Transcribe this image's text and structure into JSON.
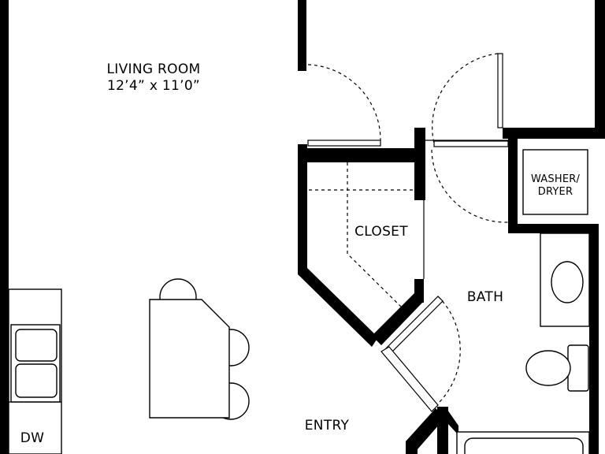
{
  "rooms": {
    "living_room": {
      "name": "LIVING ROOM",
      "dimensions": "12’4” x 11’0”"
    },
    "closet": {
      "name": "CLOSET"
    },
    "bath": {
      "name": "BATH"
    },
    "entry": {
      "name": "ENTRY"
    },
    "washer_dryer": {
      "line1": "WASHER/",
      "line2": "DRYER"
    },
    "dishwasher": {
      "name": "DW"
    }
  }
}
